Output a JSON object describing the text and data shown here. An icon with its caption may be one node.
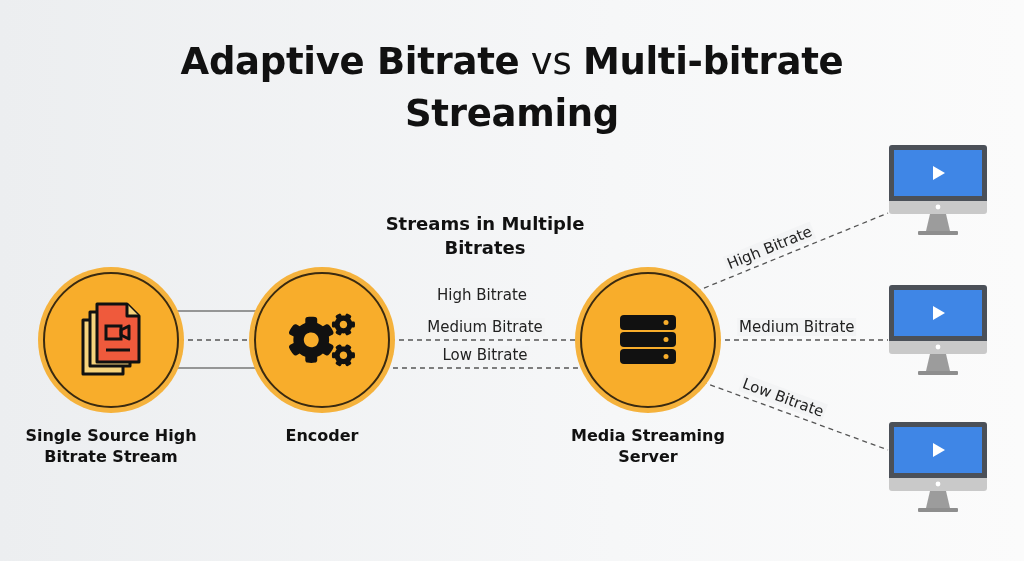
{
  "diagram": {
    "title": "**Adaptive Bitrate** vs **Multi-bitrate Streaming**",
    "nodes": [
      {
        "text": [
          "Single Source High Bitrate Stream"
        ]
      },
      {
        "text": [
          "Encoder"
        ]
      },
      {
        "text": [
          "Media Streaming Server"
        ]
      },
      {
        "text": [],
        "shape": "monitor"
      },
      {
        "text": [],
        "shape": "monitor"
      },
      {
        "text": [],
        "shape": "monitor"
      }
    ],
    "edges": [
      {
        "from": 0,
        "to": 1,
        "arrow": "none"
      },
      {
        "from": 0,
        "to": 1,
        "arrow": "none",
        "style": "dashed"
      },
      {
        "from": 0,
        "to": 1,
        "arrow": "none"
      },
      {
        "from": 1,
        "to": 2,
        "arrow": "none",
        "style": "dashed",
        "label": "Medium Bitrate"
      },
      {
        "from": 1,
        "to": 2,
        "arrow": "none",
        "style": "dashed",
        "label": "Low Bitrate"
      },
      {
        "from": 2,
        "to": 3,
        "arrow": "none",
        "style": "dashed",
        "label": "High Bitrate"
      },
      {
        "from": 2,
        "to": 4,
        "arrow": "none",
        "style": "dashed",
        "label": "Medium Bitrate"
      },
      {
        "from": 2,
        "to": 5,
        "arrow": "none",
        "style": "dashed",
        "label": "Low Bitrate"
      }
    ],
    "labels": [
      "Streams in Multiple Bitrates",
      "High Bitrate"
    ]
  }
}
